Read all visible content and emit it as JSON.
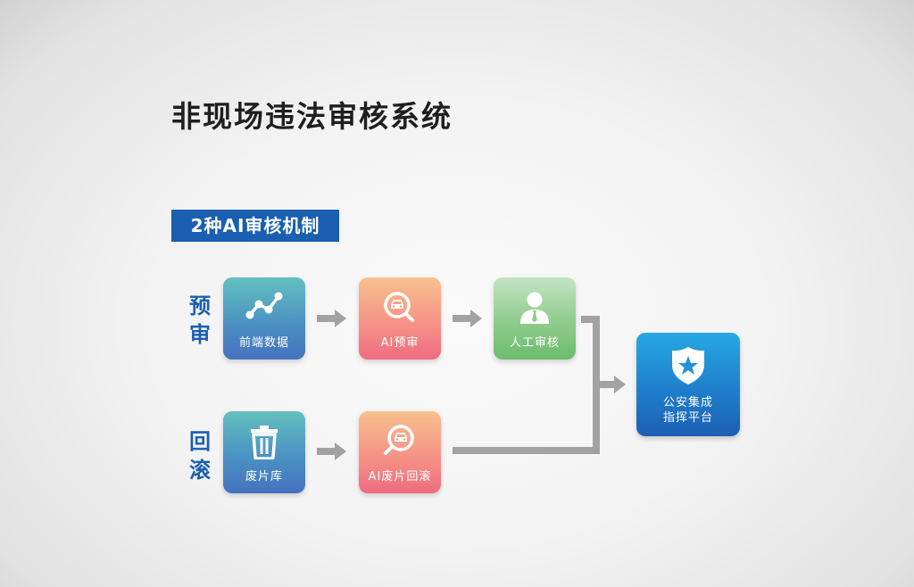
{
  "title": "非现场违法审核系统",
  "subtitle": "2种AI审核机制",
  "rows": [
    {
      "label_line1": "预",
      "label_line2": "审"
    },
    {
      "label_line1": "回",
      "label_line2": "滚"
    }
  ],
  "nodes": {
    "frontend_data": {
      "label": "前端数据",
      "icon": "line-chart-icon"
    },
    "ai_precheck": {
      "label": "AI预审",
      "icon": "car-search-icon"
    },
    "manual_review": {
      "label": "人工审核",
      "icon": "person-icon"
    },
    "waste_library": {
      "label": "废片库",
      "icon": "trash-icon"
    },
    "ai_waste_rollback": {
      "label": "AI废片回滚",
      "icon": "car-search-icon"
    },
    "police_platform": {
      "label_line1": "公安集成",
      "label_line2": "指挥平台",
      "icon": "shield-star-icon"
    }
  },
  "edges": [
    {
      "from": "前端数据",
      "to": "AI预审"
    },
    {
      "from": "AI预审",
      "to": "人工审核"
    },
    {
      "from": "人工审核",
      "to": "公安集成指挥平台"
    },
    {
      "from": "废片库",
      "to": "AI废片回滚"
    },
    {
      "from": "AI废片回滚",
      "to": "公安集成指挥平台"
    }
  ],
  "colors": {
    "accent_blue": "#1a5fb0",
    "arrow_gray": "#a2a2a2",
    "title_text": "#1f1f1f"
  }
}
